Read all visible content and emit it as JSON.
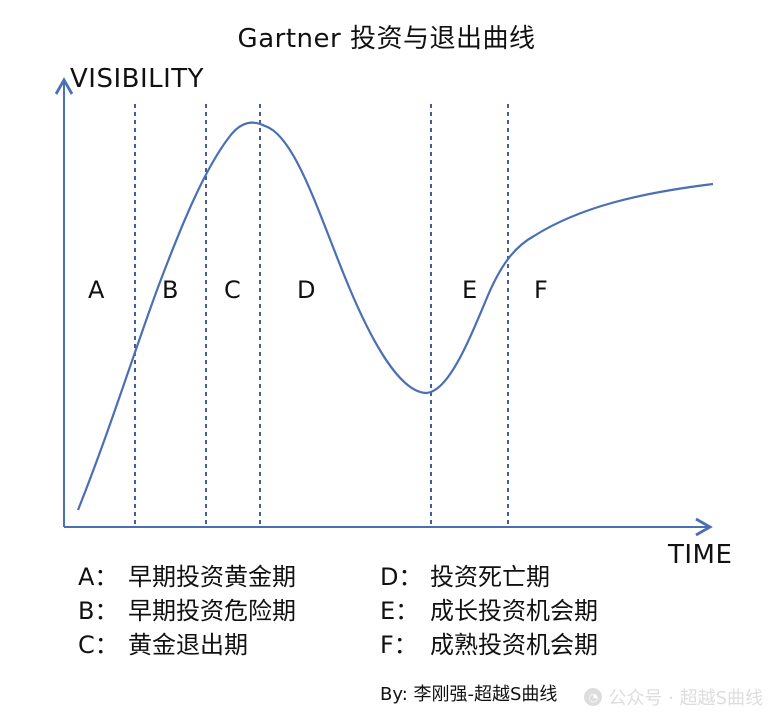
{
  "title": "Gartner 投资与退出曲线",
  "axis": {
    "y_label": "VISIBILITY",
    "x_label": "TIME"
  },
  "zones": [
    "A",
    "B",
    "C",
    "D",
    "E",
    "F"
  ],
  "legend": {
    "left": [
      {
        "code": "A：",
        "text": "早期投资黄金期"
      },
      {
        "code": "B：",
        "text": "早期投资危险期"
      },
      {
        "code": "C：",
        "text": "黄金退出期"
      }
    ],
    "right": [
      {
        "code": "D：",
        "text": "投资死亡期"
      },
      {
        "code": "E：",
        "text": "成长投资机会期"
      },
      {
        "code": "F：",
        "text": "成熟投资机会期"
      }
    ]
  },
  "credit": "By: 李刚强-超越S曲线",
  "watermark": {
    "text": "公众号 · 超越S曲线",
    "icon": "wechat-icon"
  },
  "colors": {
    "curve": "#4a6fb3",
    "axis": "#4a6fb3",
    "divider": "#2f4d8f",
    "text": "#111111"
  }
}
